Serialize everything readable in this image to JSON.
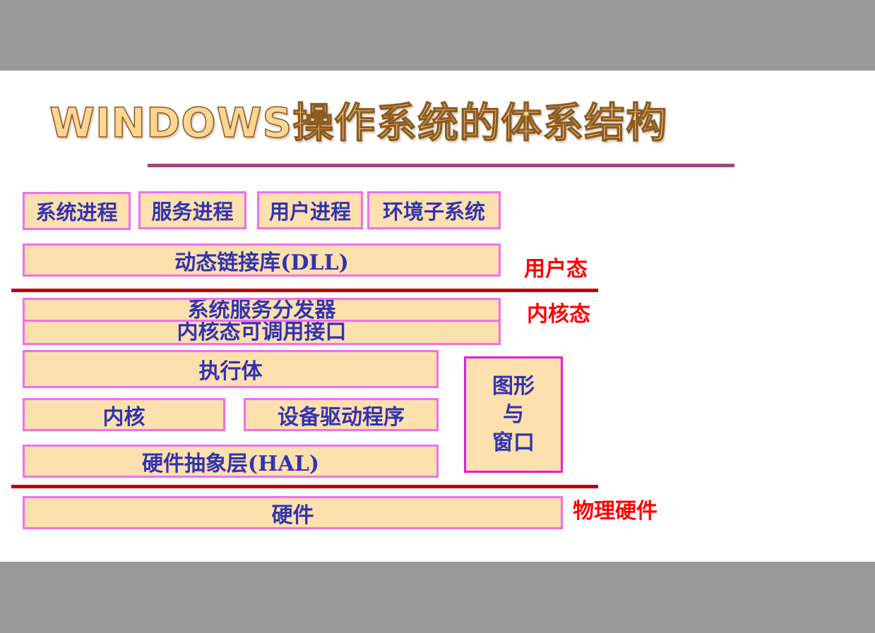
{
  "title": "WINDOWS操作系统的体系结构",
  "user_processes": [
    "系统进程",
    "服务进程",
    "用户进程",
    "环境子系统"
  ],
  "dll": "动态链接库(DLL)",
  "mode_labels": {
    "user_mode": "用户态",
    "kernel_mode": "内核态",
    "physical_hardware": "物理硬件"
  },
  "kernel_layers": {
    "service_dispatcher": "系统服务分发器",
    "kernel_callable_interface": "内核态可调用接口",
    "executive": "执行体",
    "kernel": "内核",
    "device_drivers": "设备驱动程序",
    "hal": "硬件抽象层(HAL)"
  },
  "graphics": {
    "line1": "图形",
    "line2": "与",
    "line3": "窗口"
  },
  "hardware": "硬件",
  "colors": {
    "box_fill": "#fce0ad",
    "box_border": "#f06ef0",
    "box_text": "#3333b0",
    "separator": "#c00000",
    "mode_label": "#ff0000",
    "title_underline": "#a2477a"
  }
}
